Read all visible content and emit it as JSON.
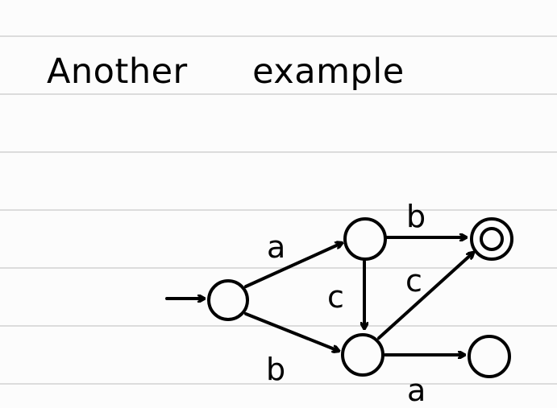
{
  "title": {
    "word1": "Another",
    "word2": "example"
  },
  "automaton": {
    "start_arrow": true,
    "states": [
      {
        "id": "q0",
        "start": true,
        "accepting": false
      },
      {
        "id": "q1",
        "start": false,
        "accepting": false
      },
      {
        "id": "q2",
        "start": false,
        "accepting": true
      },
      {
        "id": "q3",
        "start": false,
        "accepting": false
      },
      {
        "id": "q4",
        "start": false,
        "accepting": false
      }
    ],
    "transitions": [
      {
        "from": "q0",
        "to": "q1",
        "label": "a"
      },
      {
        "from": "q0",
        "to": "q3",
        "label": "b"
      },
      {
        "from": "q1",
        "to": "q2",
        "label": "b"
      },
      {
        "from": "q1",
        "to": "q3",
        "label": "c"
      },
      {
        "from": "q3",
        "to": "q2",
        "label": "c"
      },
      {
        "from": "q3",
        "to": "q4",
        "label": "a"
      }
    ]
  }
}
